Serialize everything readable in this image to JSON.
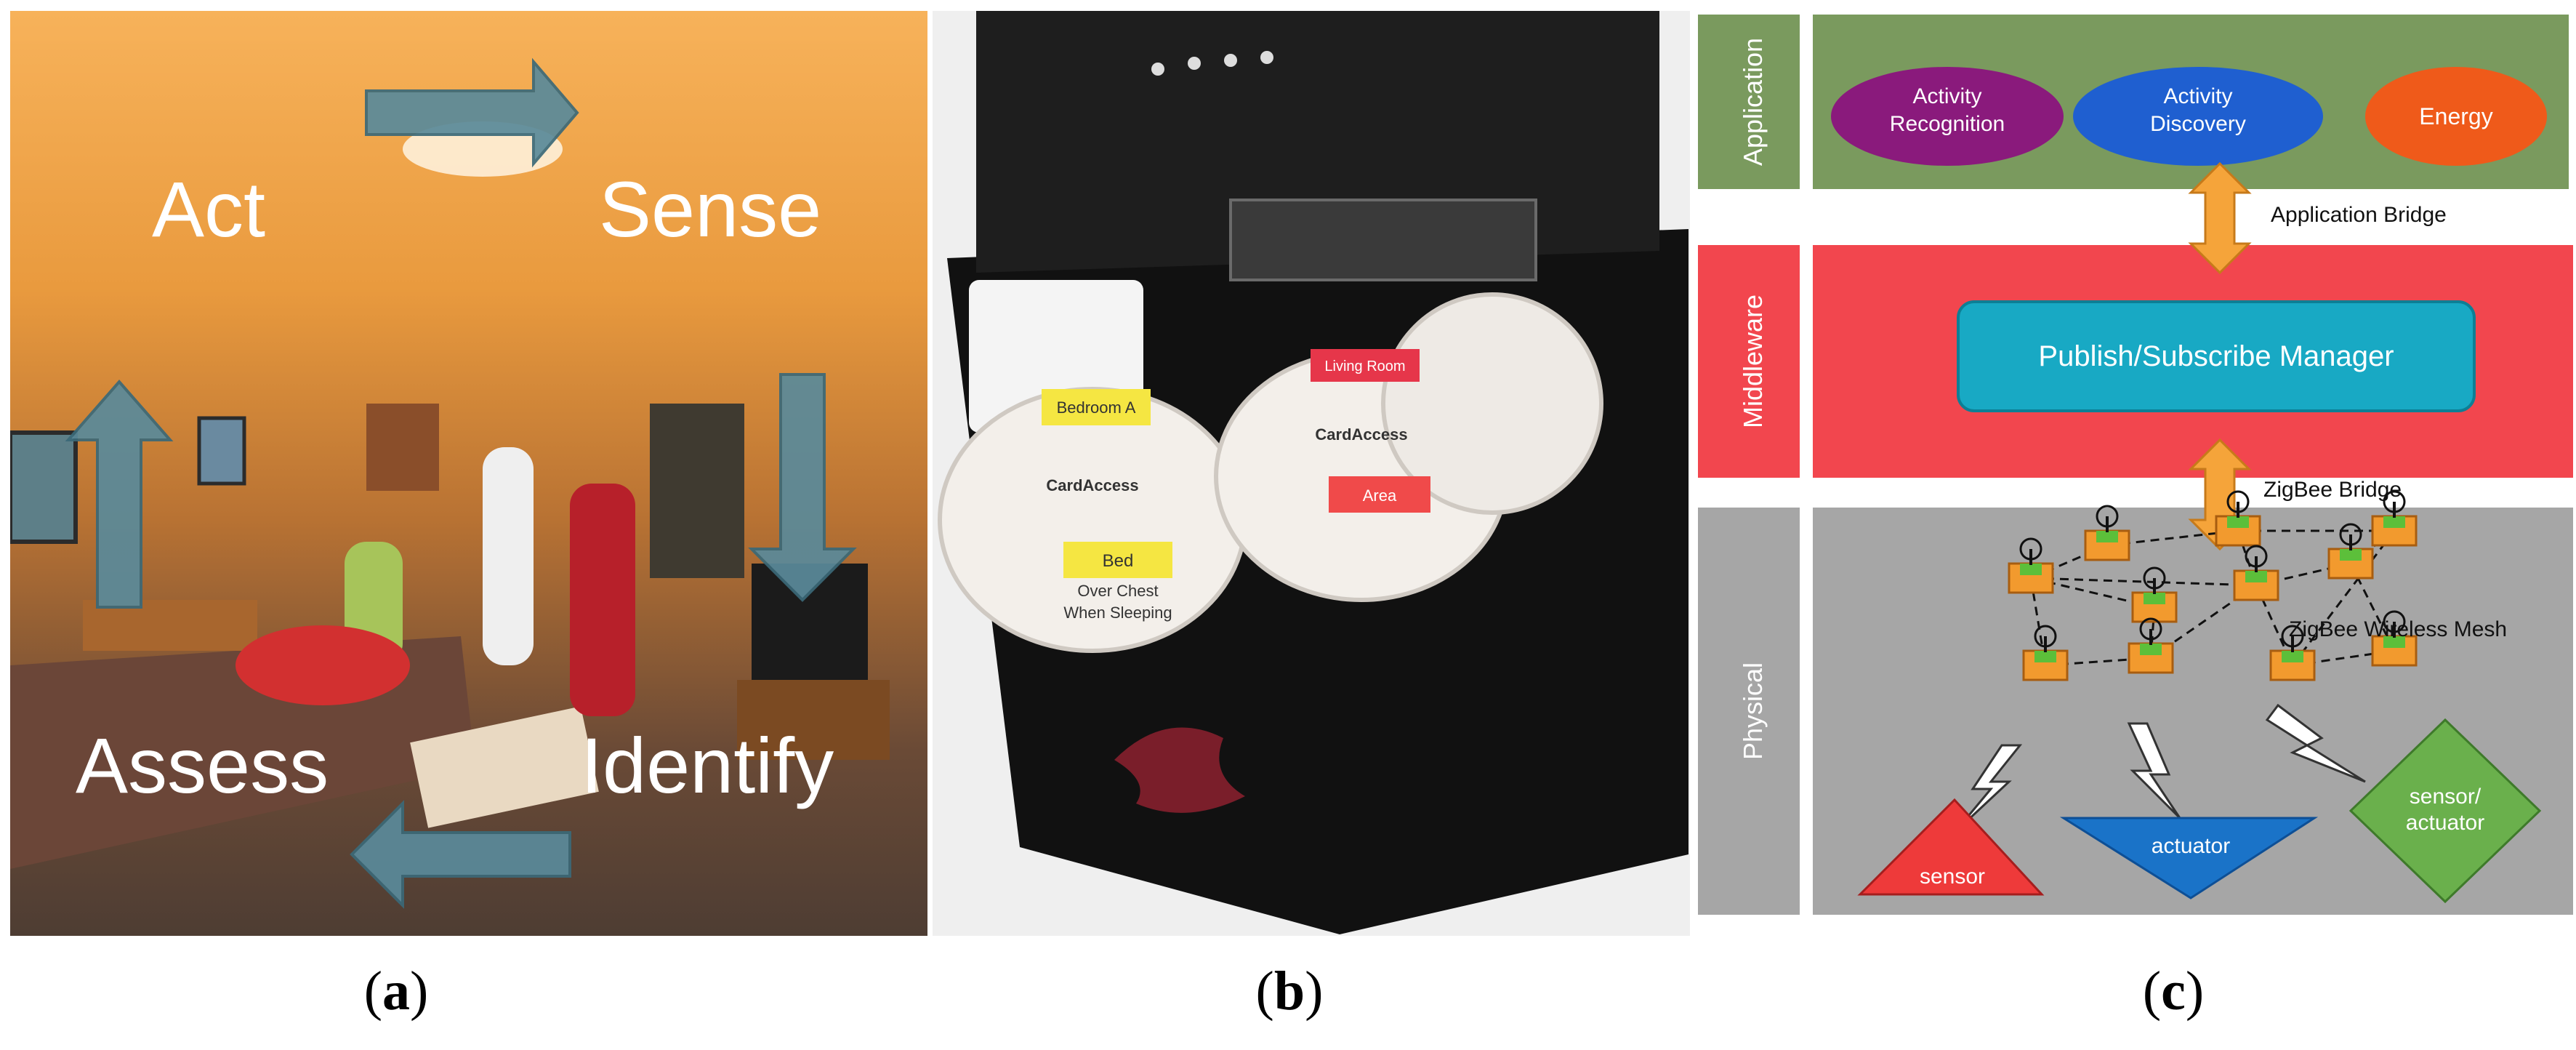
{
  "panel_a": {
    "labels": {
      "act": "Act",
      "sense": "Sense",
      "identify": "Identify",
      "assess": "Assess"
    }
  },
  "panel_b": {
    "labels": {
      "bedroom": "Bedroom A",
      "bed": "Bed",
      "over_chest": "Over Chest",
      "when_sleeping": "When Sleeping",
      "living_room": "Living Room",
      "area": "Area",
      "brand": "CardAccess"
    }
  },
  "panel_c": {
    "layers": {
      "application": "Application",
      "middleware": "Middleware",
      "physical": "Physical"
    },
    "apps": {
      "activity_recognition": [
        "Activity",
        "Recognition"
      ],
      "activity_discovery": [
        "Activity",
        "Discovery"
      ],
      "energy": "Energy"
    },
    "bridges": {
      "application": "Application Bridge",
      "zigbee": "ZigBee Bridge"
    },
    "manager": "Publish/Subscribe Manager",
    "mesh_label": "ZigBee Wireless Mesh",
    "devices": {
      "sensor": "sensor",
      "actuator": "actuator",
      "sensor_actuator": [
        "sensor/",
        "actuator"
      ]
    },
    "colors": {
      "application_bg": "#7a9a5e",
      "middleware_bg": "#f2464e",
      "physical_bg": "#a6a6a6",
      "recognition": "#8a1a7c",
      "discovery": "#1f5fd0",
      "energy": "#ef5a1a",
      "manager": "#18a9c4",
      "bridge": "#f5a43a",
      "sensor": "#ee3a3a",
      "actuator": "#1a73c8",
      "sensor_actuator": "#6ab04c"
    }
  },
  "captions": {
    "a": "a",
    "b": "b",
    "c": "c"
  }
}
